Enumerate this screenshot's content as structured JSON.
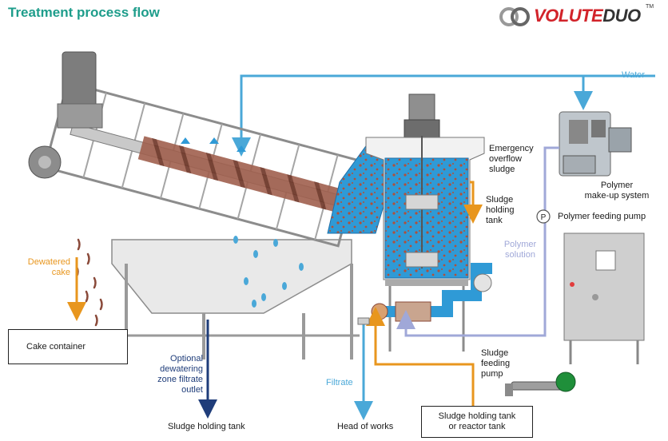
{
  "title": "Treatment process flow",
  "logo": {
    "word_red": "VOLUTE",
    "word_dark": "DUO",
    "tm": "TM"
  },
  "labels": {
    "water": "Water",
    "emergency": [
      "Emergency",
      "overflow",
      "sludge"
    ],
    "sludge_holding_tank_right": [
      "Sludge",
      "holding",
      "tank"
    ],
    "polymer_makeup": [
      "Polymer",
      "make-up system"
    ],
    "pump_symbol": "P",
    "polymer_feeding_pump": "Polymer feeding pump",
    "polymer_solution": [
      "Polymer",
      "solution"
    ],
    "dewatered_cake": [
      "Dewatered",
      "cake"
    ],
    "cake_container": "Cake container",
    "optional_outlet": [
      "Optional",
      "dewatering",
      "zone filtrate",
      "outlet"
    ],
    "filtrate": "Filtrate",
    "sludge_holding_tank_bottom": "Sludge holding tank",
    "head_of_works": "Head of works",
    "sludge_feeding_pump": [
      "Sludge",
      "feeding",
      "pump"
    ],
    "reactor_box": [
      "Sludge holding tank",
      "or reactor tank"
    ]
  },
  "colors": {
    "title": "#1e9d8b",
    "water_line": "#4aa8d8",
    "sludge_orange": "#e8961e",
    "navy_outlet": "#1f3d7a",
    "polymer_line": "#a0a8d8",
    "frame_grey": "#9a9a9a",
    "screw_brown": "#8a4a3a",
    "tank_blue": "#2f9ad6",
    "brand_red": "#d2232a"
  },
  "icons": [
    "volute-logo-icon",
    "pump-icon",
    "screw-press-machine-icon",
    "flocculation-tank-icon",
    "polymer-makeup-unit-icon",
    "control-panel-icon",
    "progressive-cavity-pump-icon"
  ]
}
